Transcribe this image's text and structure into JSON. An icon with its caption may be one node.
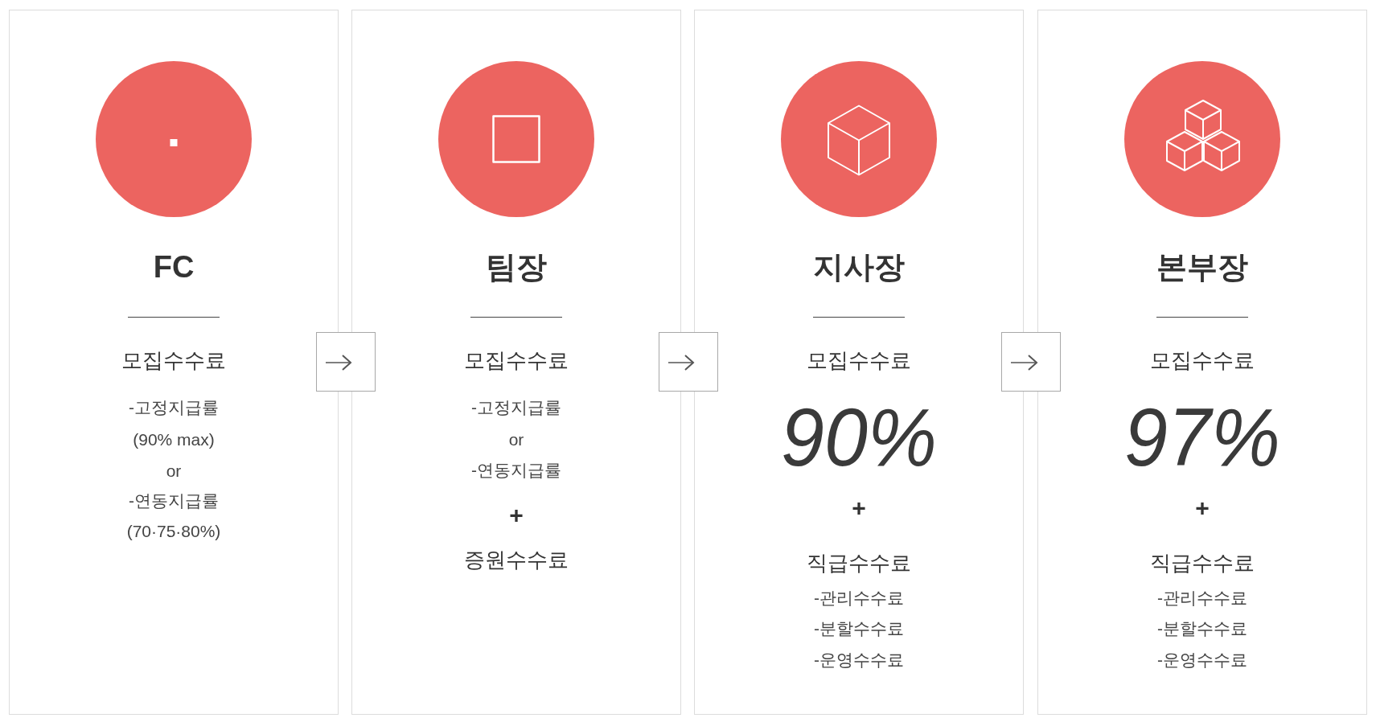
{
  "diagram": {
    "nodes": [
      {
        "text": [
          "FC",
          "모집수수료",
          "-고정지급률",
          "(90% max)",
          "or",
          "-연동지급률",
          "(70·75·80%)"
        ]
      },
      {
        "text": [
          "팀장",
          "모집수수료",
          "-고정지급률",
          "or",
          "-연동지급률",
          "+",
          "증원수수료"
        ]
      },
      {
        "text": [
          "지사장",
          "모집수수료",
          "90%",
          "+",
          "직급수수료",
          "-관리수수료",
          "-분할수수료",
          "-운영수수료"
        ]
      },
      {
        "text": [
          "본부장",
          "모집수수료",
          "97%",
          "+",
          "직급수수료",
          "-관리수수료",
          "-분할수수료",
          "-운영수수료"
        ]
      }
    ],
    "edges": [
      {
        "from": 0,
        "to": 1,
        "arrow": "to"
      },
      {
        "from": 1,
        "to": 2,
        "arrow": "to"
      },
      {
        "from": 2,
        "to": 3,
        "arrow": "to"
      }
    ]
  }
}
